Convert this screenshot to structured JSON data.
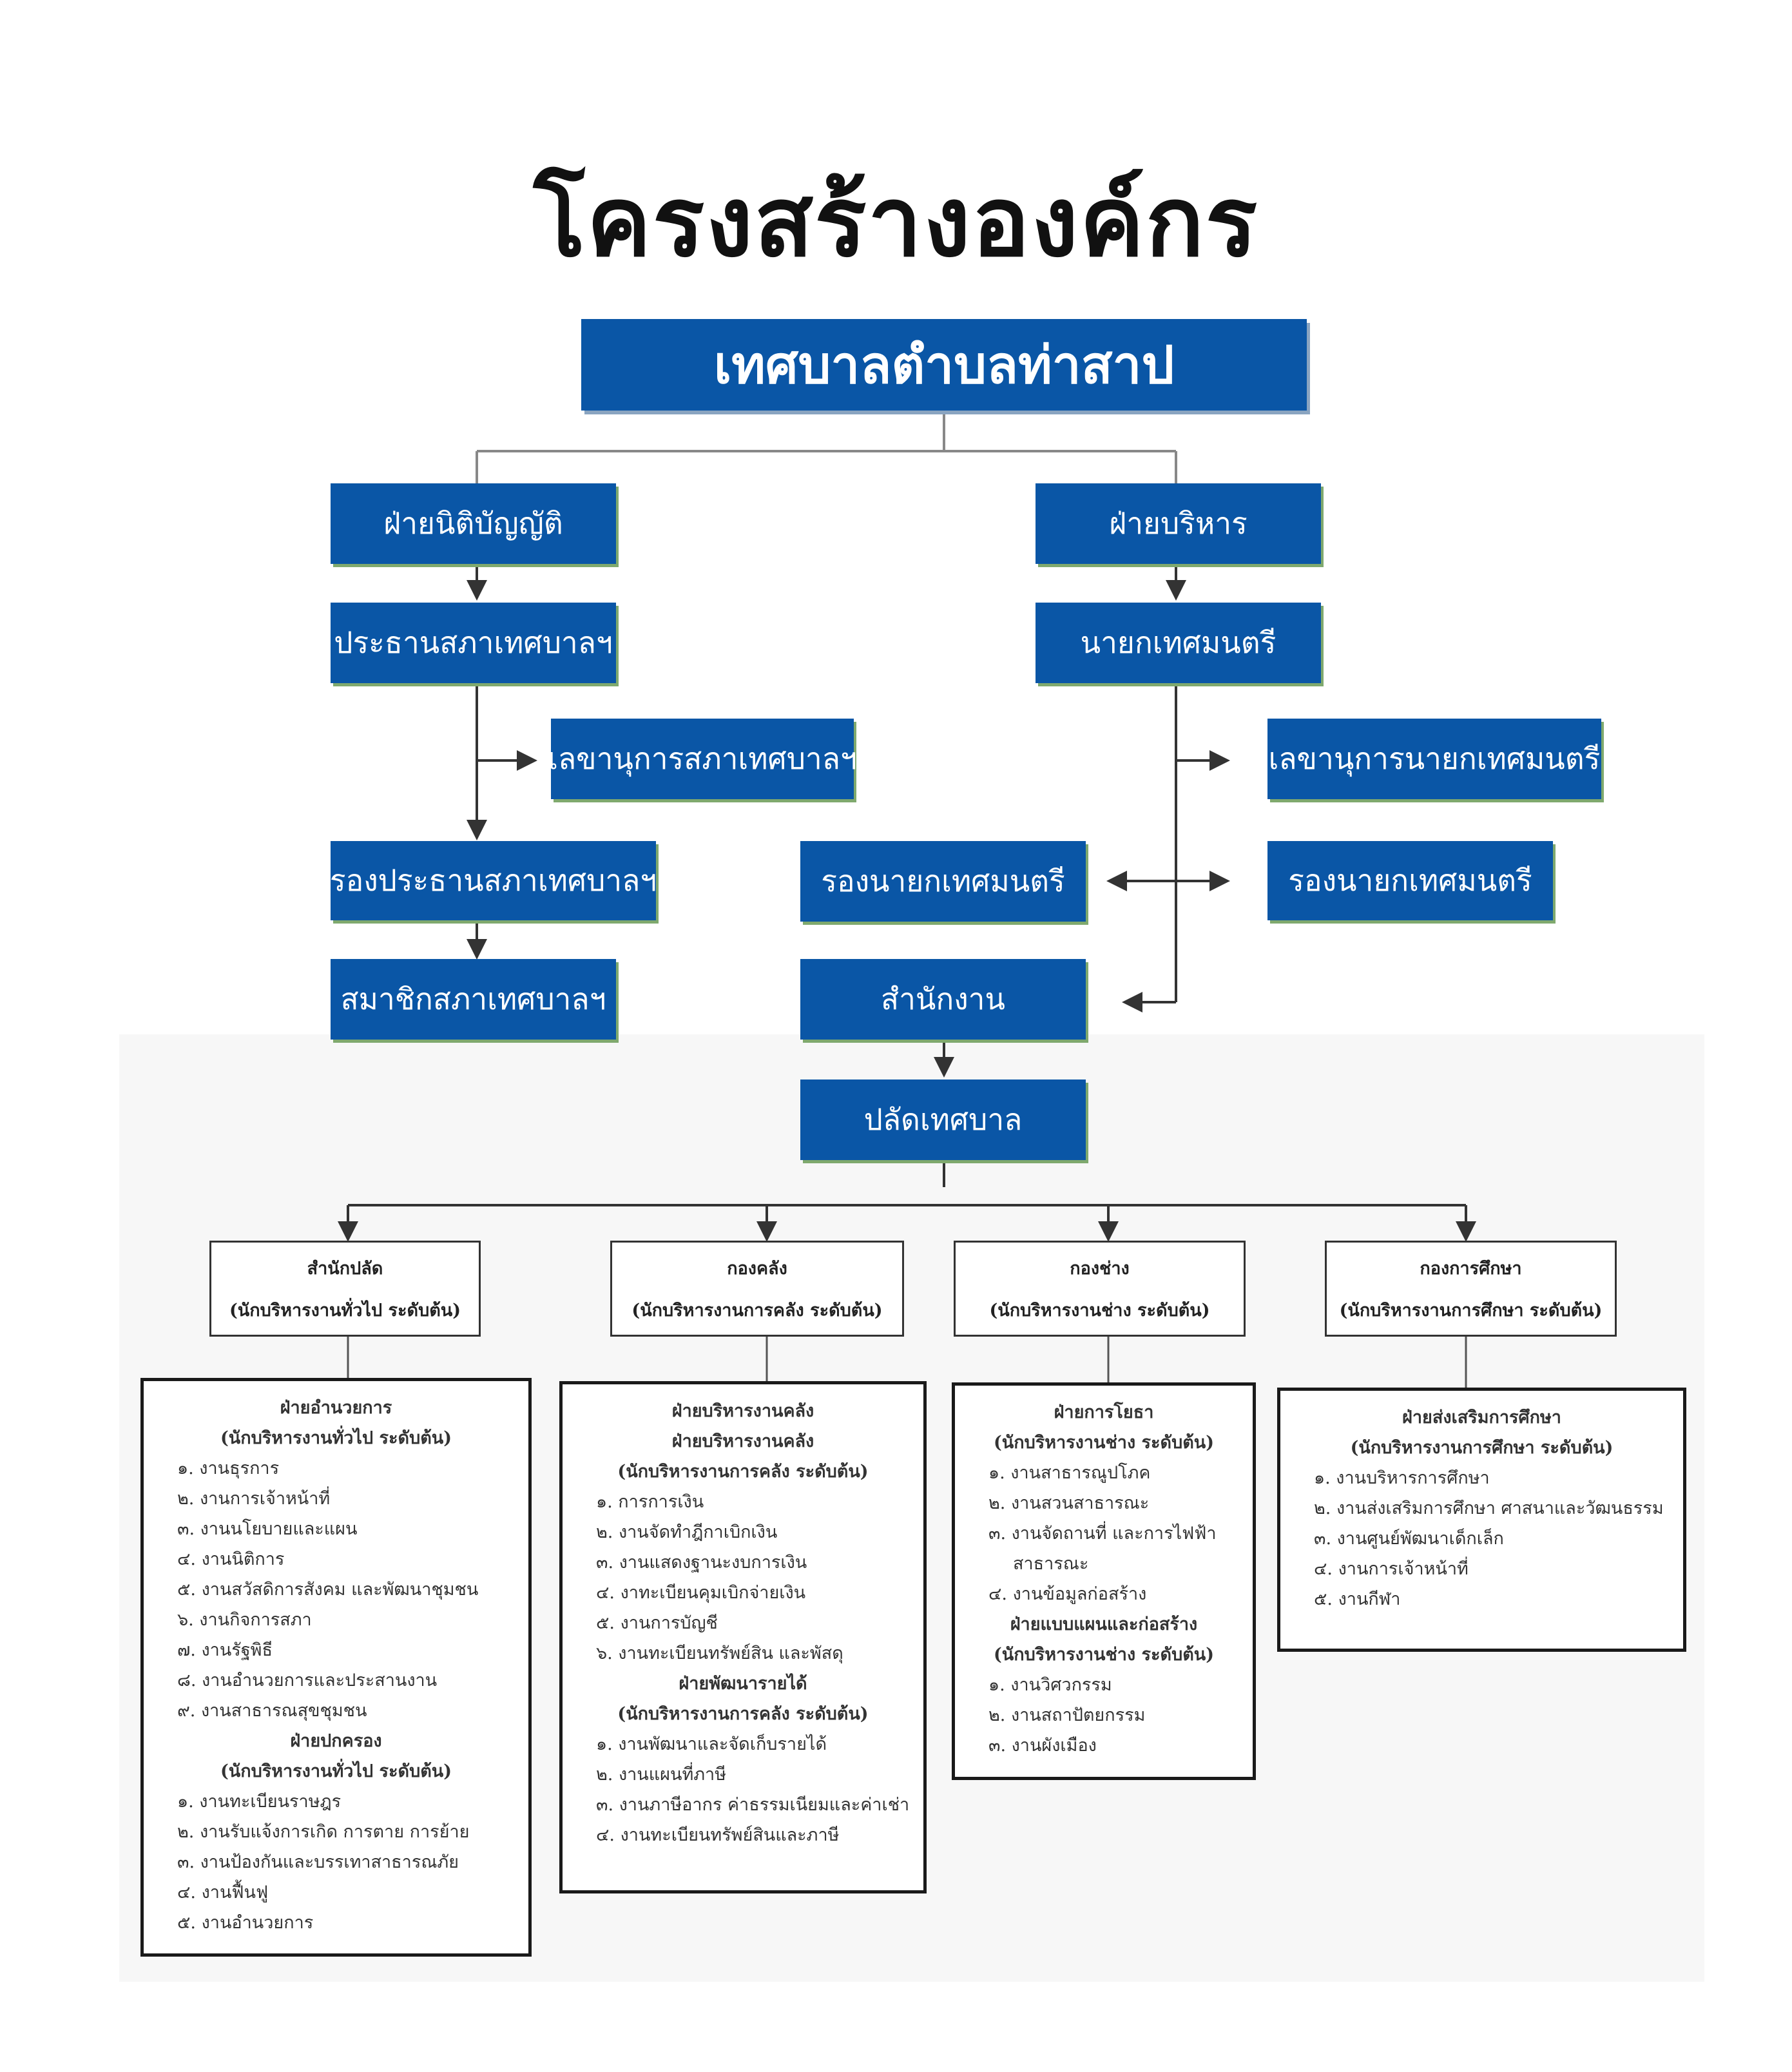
{
  "title": "โครงสร้างองค์กร",
  "top": "เทศบาลตำบลท่าสาป",
  "legislative": {
    "branch": "ฝ่ายนิติบัญญัติ",
    "president": "ประธานสภาเทศบาลฯ",
    "secretary": "เลขานุการสภาเทศบาลฯ",
    "vice_president": "รองประธานสภาเทศบาลฯ",
    "members": "สมาชิกสภาเทศบาลฯ"
  },
  "executive": {
    "branch": "ฝ่ายบริหาร",
    "mayor": "นายกเทศมนตรี",
    "secretary": "เลขานุการนายกเทศมนตรี",
    "deputy_left": "รองนายกเทศมนตรี",
    "deputy_right": "รองนายกเทศมนตรี",
    "office": "สำนักงาน",
    "clerk": "ปลัดเทศบาล"
  },
  "departments": [
    {
      "name": "สำนักปลัด",
      "level": "(นักบริหารงานทั่วไป ระดับต้น)"
    },
    {
      "name": "กองคลัง",
      "level": "(นักบริหารงานการคลัง ระดับต้น)"
    },
    {
      "name": "กองช่าง",
      "level": "(นักบริหารงานช่าง ระดับต้น)"
    },
    {
      "name": "กองการศึกษา",
      "level": "(นักบริหารงานการศึกษา ระดับต้น)"
    }
  ],
  "units": [
    {
      "lines": [
        {
          "t": "ฝ่ายอำนวยการ",
          "h": true
        },
        {
          "t": "(นักบริหารงานทั่วไป ระดับต้น)",
          "h": true
        },
        {
          "t": "๑. งานธุรการ"
        },
        {
          "t": "๒. งานการเจ้าหน้าที่"
        },
        {
          "t": "๓. งานนโยบายและแผน"
        },
        {
          "t": "๔. งานนิติการ"
        },
        {
          "t": "๕. งานสวัสดิการสังคม และพัฒนาชุมชน"
        },
        {
          "t": "๖. งานกิจการสภา"
        },
        {
          "t": "๗. งานรัฐพิธี"
        },
        {
          "t": "๘. งานอำนวยการและประสานงาน"
        },
        {
          "t": "๙. งานสาธารณสุขชุมชน"
        },
        {
          "t": "ฝ่ายปกครอง",
          "h": true
        },
        {
          "t": "(นักบริหารงานทั่วไป ระดับต้น)",
          "h": true
        },
        {
          "t": "๑. งานทะเบียนราษฎร"
        },
        {
          "t": "๒. งานรับแจ้งการเกิด การตาย การย้าย"
        },
        {
          "t": "๓. งานป้องกันและบรรเทาสาธารณภัย"
        },
        {
          "t": "๔. งานฟื้นฟู"
        },
        {
          "t": "๕. งานอำนวยการ"
        }
      ]
    },
    {
      "lines": [
        {
          "t": "ฝ่ายบริหารงานคลัง",
          "h": true
        },
        {
          "t": "ฝ่ายบริหารงานคลัง",
          "h": true
        },
        {
          "t": "(นักบริหารงานการคลัง ระดับต้น)",
          "h": true
        },
        {
          "t": "๑. การการเงิน"
        },
        {
          "t": "๒. งานจัดทำฎีกาเบิกเงิน"
        },
        {
          "t": "๓. งานแสดงฐานะงบการเงิน"
        },
        {
          "t": "๔. งาทะเบียนคุมเบิกจ่ายเงิน"
        },
        {
          "t": "๕. งานการบัญชี"
        },
        {
          "t": "๖. งานทะเบียนทรัพย์สิน และพัสดุ"
        },
        {
          "t": "ฝ่ายพัฒนารายได้",
          "h": true
        },
        {
          "t": "(นักบริหารงานการคลัง ระดับต้น)",
          "h": true
        },
        {
          "t": "๑. งานพัฒนาและจัดเก็บรายได้"
        },
        {
          "t": "๒. งานแผนที่ภาษี"
        },
        {
          "t": "๓. งานภาษีอากร ค่าธรรมเนียมและค่าเช่า"
        },
        {
          "t": "๔. งานทะเบียนทรัพย์สินและภาษี"
        }
      ]
    },
    {
      "lines": [
        {
          "t": "ฝ่ายการโยธา",
          "h": true
        },
        {
          "t": "(นักบริหารงานช่าง ระดับต้น)",
          "h": true
        },
        {
          "t": "๑. งานสาธารณูปโภค"
        },
        {
          "t": "๒. งานสวนสาธารณะ"
        },
        {
          "t": "๓. งานจัดถานที่ และการไฟฟ้า"
        },
        {
          "t": "สาธารณะ",
          "c": true
        },
        {
          "t": "๔. งานข้อมูลก่อสร้าง"
        },
        {
          "t": "ฝ่ายแบบแผนและก่อสร้าง",
          "h": true
        },
        {
          "t": "(นักบริหารงานช่าง ระดับต้น)",
          "h": true
        },
        {
          "t": "๑. งานวิศวกรรม"
        },
        {
          "t": "๒. งานสถาปัตยกรรม"
        },
        {
          "t": "๓. งานผังเมือง"
        }
      ]
    },
    {
      "lines": [
        {
          "t": "ฝ่ายส่งเสริมการศึกษา",
          "h": true
        },
        {
          "t": "(นักบริหารงานการศึกษา ระดับต้น)",
          "h": true
        },
        {
          "t": "๑. งานบริหารการศึกษา"
        },
        {
          "t": "๒. งานส่งเสริมการศึกษา ศาสนาและวัฒนธรรม"
        },
        {
          "t": "๓. งานศูนย์พัฒนาเด็กเล็ก"
        },
        {
          "t": "๔. งานการเจ้าหน้าที่"
        },
        {
          "t": "๕. งานกีฬา"
        }
      ]
    }
  ]
}
